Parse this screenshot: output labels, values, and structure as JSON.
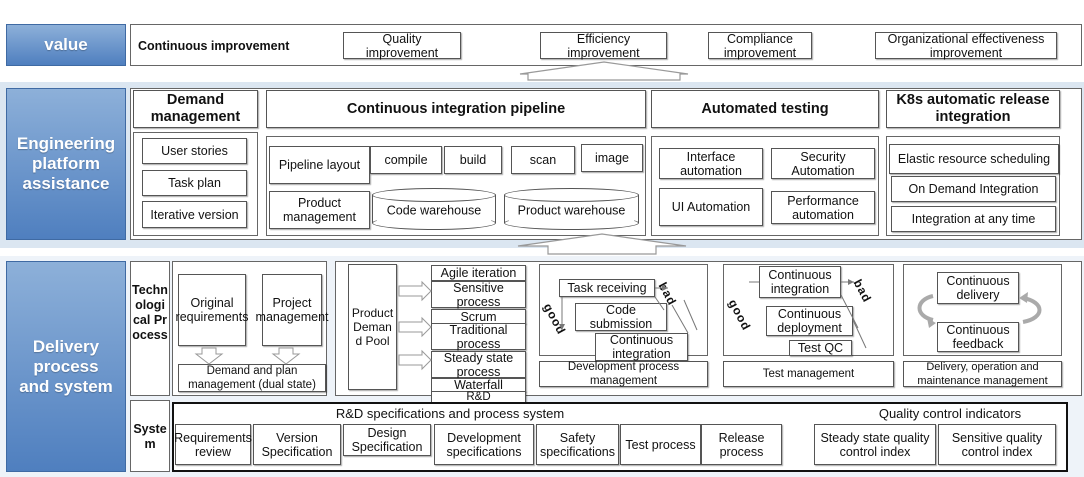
{
  "sections": {
    "value": "value",
    "engineering": "Engineering platform assistance",
    "delivery": "Delivery process and system"
  },
  "value_row": {
    "main": "Continuous improvement",
    "items": [
      "Quality improvement",
      "Efficiency improvement",
      "Compliance improvement",
      "Organizational effectiveness improvement"
    ]
  },
  "demand_management": {
    "header": "Demand management",
    "items": [
      "User stories",
      "Task plan",
      "Iterative version"
    ]
  },
  "ci_pipeline": {
    "header": "Continuous integration pipeline",
    "pipeline_layout": "Pipeline layout",
    "steps": [
      "compile",
      "build",
      "scan",
      "image"
    ],
    "product_management": "Product management",
    "code_warehouse": "Code warehouse",
    "product_warehouse": "Product warehouse"
  },
  "automated_testing": {
    "header": "Automated testing",
    "items": [
      "Interface automation",
      "Security Automation",
      "UI Automation",
      "Performance automation"
    ]
  },
  "k8s": {
    "header": "K8s automatic release integration",
    "items": [
      "Elastic resource scheduling",
      "On Demand Integration",
      "Integration at any time"
    ]
  },
  "technological_process": {
    "label": "Technological Process",
    "original_requirements": "Original requirements",
    "project_management": "Project management",
    "demand_plan": "Demand and plan management (dual state)",
    "product_demand_pool": "Product Demand Pool",
    "modes": [
      "Agile iteration",
      "Sensitive process",
      "Scrum",
      "Traditional process",
      "Steady state process",
      "Waterfall",
      "R&D"
    ],
    "development": {
      "task_receiving": "Task receiving",
      "code_submission": "Code submission",
      "continuous_integration": "Continuous integration",
      "bad": "bad",
      "good": "good",
      "caption": "Development process management"
    },
    "test": {
      "continuous_integration": "Continuous integration",
      "continuous_deployment": "Continuous deployment",
      "test_qc": "Test QC",
      "bad": "bad",
      "good": "good",
      "caption": "Test management"
    },
    "delivery_ops": {
      "continuous_delivery": "Continuous delivery",
      "continuous_feedback": "Continuous feedback",
      "caption": "Delivery, operation and maintenance management"
    }
  },
  "system": {
    "label": "System",
    "rd_title": "R&D specifications and process system",
    "rd_items": [
      "Requirements review",
      "Version Specification",
      "Design Specification",
      "Development specifications",
      "Safety specifications",
      "Test process",
      "Release process"
    ],
    "qc_title": "Quality control indicators",
    "qc_items": [
      "Steady state quality control index",
      "Sensitive quality control index"
    ]
  }
}
